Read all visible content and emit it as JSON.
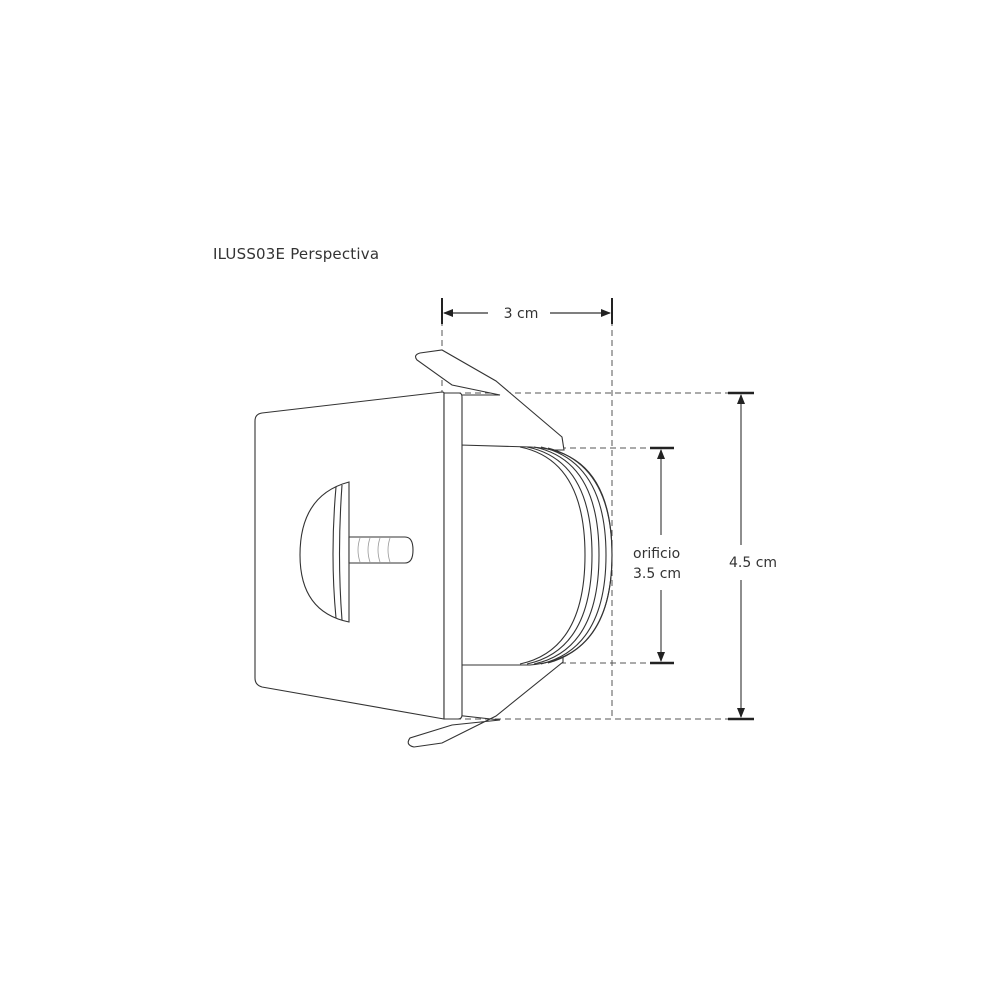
{
  "diagram": {
    "title": "ILUSS03E Perspectiva",
    "dimensions": {
      "width": {
        "label": "3 cm"
      },
      "opening_label_line1": "orificio",
      "opening_label_line2": "3.5 cm",
      "height": {
        "label": "4.5 cm"
      }
    },
    "colors": {
      "line": "#333333",
      "dash": "#555555",
      "background": "#ffffff"
    }
  }
}
